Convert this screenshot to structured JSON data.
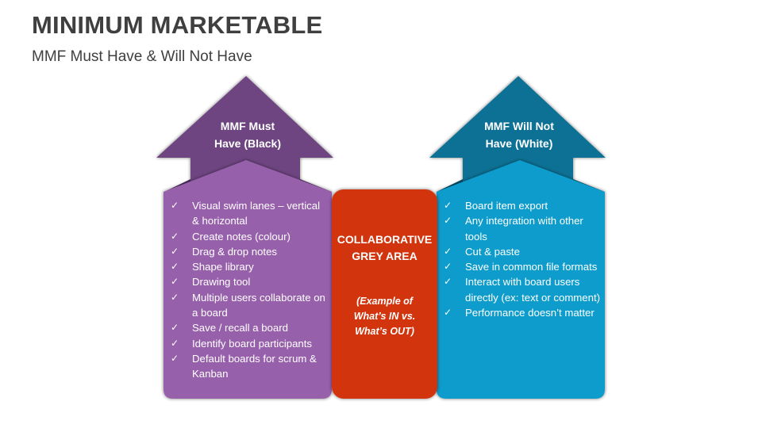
{
  "header": {
    "title": "MINIMUM MARKETABLE",
    "subtitle": "MMF Must Have & Will Not Have"
  },
  "colors": {
    "must_arrow": "#6e4481",
    "must_box": "#9761ab",
    "center_box": "#d2340e",
    "will_not_arrow": "#0b7195",
    "will_not_box": "#0a9ccc",
    "text": "#3f3f3f"
  },
  "must_have": {
    "heading": "MMF Must Have (Black)",
    "heading_line1": "MMF Must",
    "heading_line2": "Have (Black)",
    "items": [
      "Visual swim lanes – vertical & horizontal",
      "Create notes (colour)",
      "Drag & drop notes",
      "Shape library",
      "Drawing tool",
      "Multiple users collaborate on a board",
      "Save / recall a board",
      "Identify board participants",
      "Default boards for scrum & Kanban"
    ]
  },
  "center": {
    "title_line1": "COLLABORATIVE",
    "title_line2": "GREY AREA",
    "note_line1": "(Example of",
    "note_line2": "What’s IN vs.",
    "note_line3": "What’s OUT)"
  },
  "will_not_have": {
    "heading": "MMF Will Not Have (White)",
    "heading_line1": "MMF Will Not",
    "heading_line2": "Have (White)",
    "items": [
      "Board item export",
      "Any integration with other tools",
      "Cut & paste",
      "Save in common file formats",
      "Interact with board users directly (ex: text or comment)",
      "Performance doesn’t matter"
    ]
  },
  "icons": {
    "check": "✓"
  }
}
